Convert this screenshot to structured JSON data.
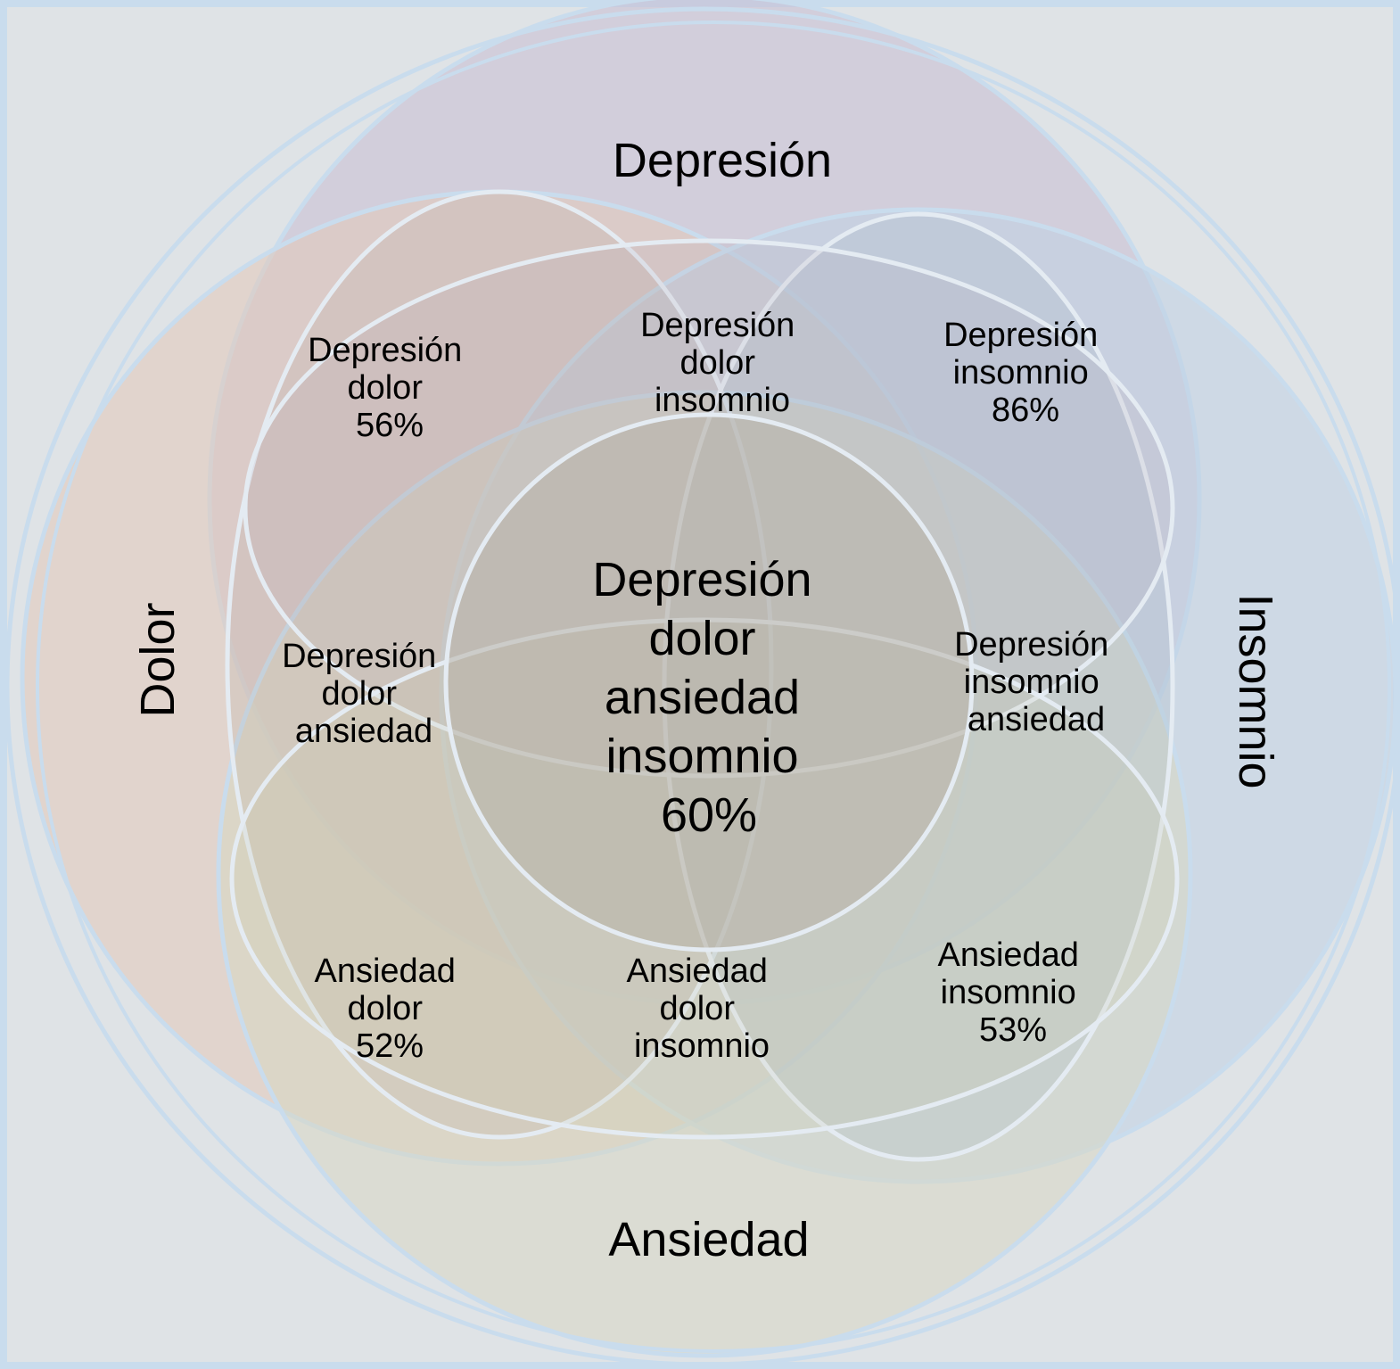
{
  "diagram": {
    "colors": {
      "background": "#dfe3e6",
      "border": "#c9dced",
      "circle_stroke": "#c9dced",
      "region_stroke": "#e4ebf2",
      "depresion_fill": "#c7bdd1",
      "dolor_fill": "#e1c8b8",
      "insomnio_fill": "#c0d2e4",
      "ansiedad_fill": "#d7d7c2",
      "text": "#000000"
    },
    "sets": {
      "depresion": "Depresión",
      "dolor": "Dolor",
      "insomnio": "Insomnio",
      "ansiedad": "Ansiedad"
    },
    "regions": {
      "depresion_dolor": [
        "Depresión",
        "dolor",
        "56%"
      ],
      "depresion_dolor_insomnio": [
        "Depresión",
        "dolor",
        "insomnio"
      ],
      "depresion_insomnio": [
        "Depresión",
        "insomnio",
        "86%"
      ],
      "depresion_dolor_ansiedad": [
        "Depresión",
        "dolor",
        "ansiedad"
      ],
      "center": [
        "Depresión",
        "dolor",
        "ansiedad",
        "insomnio",
        "60%"
      ],
      "depresion_insomnio_ansiedad": [
        "Depresión",
        "insomnio",
        "ansiedad"
      ],
      "ansiedad_dolor": [
        "Ansiedad",
        "dolor",
        "52%"
      ],
      "ansiedad_dolor_insomnio": [
        "Ansiedad",
        "dolor",
        "insomnio"
      ],
      "ansiedad_insomnio": [
        "Ansiedad",
        "insomnio",
        "53%"
      ]
    }
  }
}
